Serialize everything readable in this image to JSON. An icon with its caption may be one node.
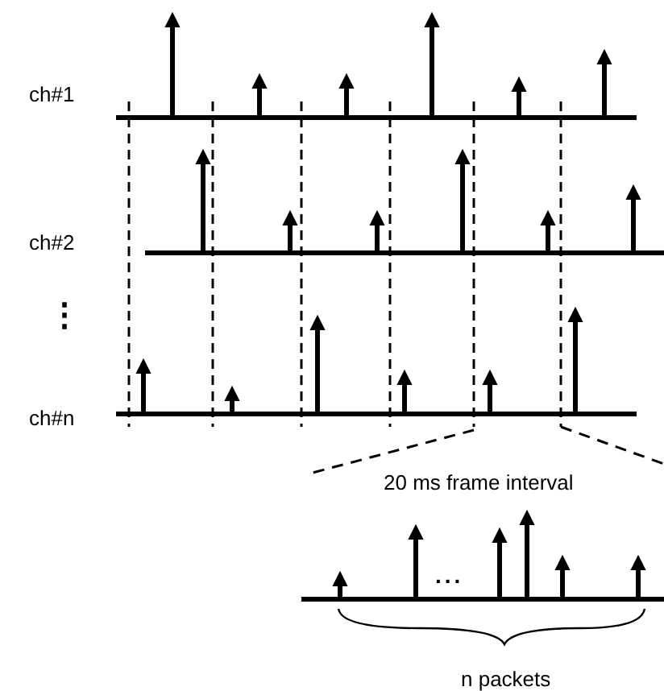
{
  "diagram": {
    "labels": [
      "ch#1",
      "ch#2",
      "⋮",
      "ch#n",
      "20 ms frame interval",
      "...",
      "n packets"
    ]
  }
}
